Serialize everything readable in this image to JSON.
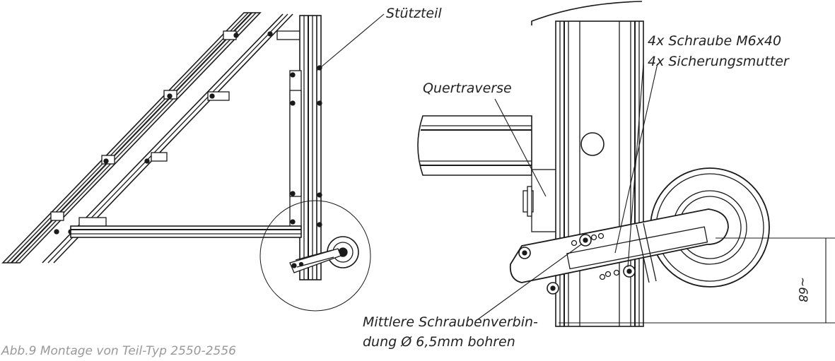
{
  "labels": {
    "stuetzteil": "Stützteil",
    "quertraverse": "Quertraverse",
    "schraube_line1": "4x Schraube M6x40",
    "schraube_line2": "4x Sicherungsmutter",
    "mittlere_line1": "Mittlere Schraubenverbin-",
    "mittlere_line2": "dung Ø 6,5mm bohren",
    "dimension": "~68",
    "caption": "Abb.9 Montage von Teil-Typ 2550-2556"
  }
}
